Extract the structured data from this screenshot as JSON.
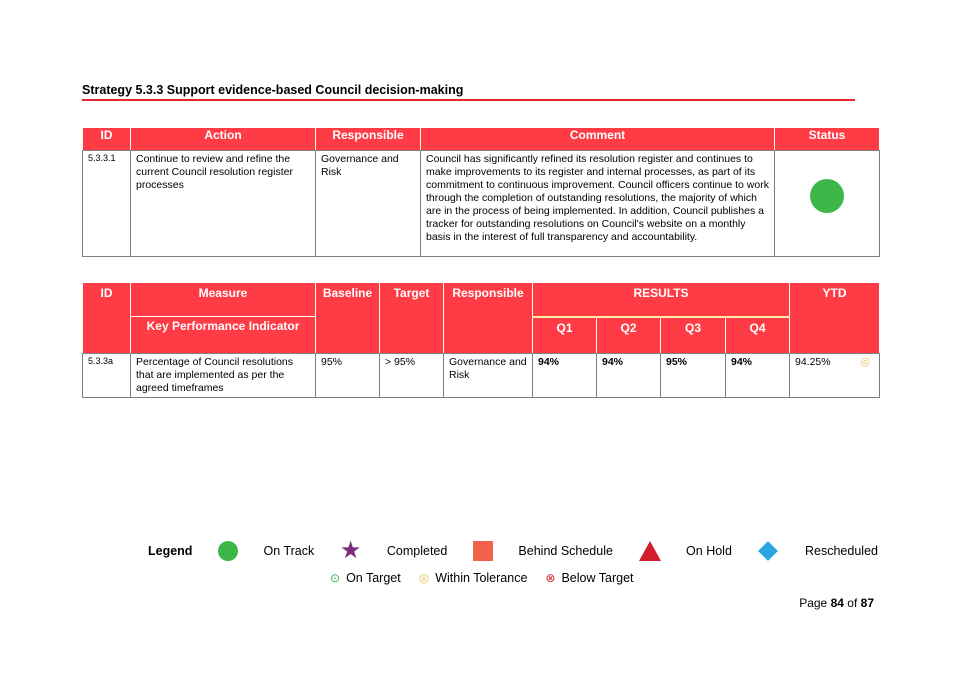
{
  "strategy": {
    "title": "Strategy 5.3.3 Support evidence-based Council decision-making"
  },
  "actions_table": {
    "headers": {
      "id": "ID",
      "action": "Action",
      "responsible": "Responsible",
      "comment": "Comment",
      "status": "Status"
    },
    "rows": [
      {
        "id": "5.3.3.1",
        "action": "Continue to review and refine the current Council resolution register processes",
        "responsible": "Governance and Risk",
        "comment": "Council has significantly refined its resolution register and continues to make improvements to its register and internal processes, as part of its commitment to continuous improvement. Council officers continue to work through the completion of outstanding resolutions, the majority of which are in the process of being implemented. In addition, Council publishes a tracker for outstanding resolutions on Council's website on a monthly basis in the interest of full transparency and accountability.",
        "status": "on-track",
        "status_color": "#3db64a"
      }
    ]
  },
  "kpi_table": {
    "headers": {
      "id": "ID",
      "measure": "Measure",
      "kpi": "Key Performance Indicator",
      "baseline": "Baseline",
      "target": "Target",
      "responsible": "Responsible",
      "results": "RESULTS",
      "ytd": "YTD",
      "q1": "Q1",
      "q2": "Q2",
      "q3": "Q3",
      "q4": "Q4"
    },
    "rows": [
      {
        "id": "5.3.3a",
        "measure": "Percentage of Council resolutions that are implemented as per the agreed timeframes",
        "baseline": "95%",
        "target": "> 95%",
        "responsible": "Governance and Risk",
        "q1": "94%",
        "q2": "94%",
        "q3": "95%",
        "q4": "94%",
        "ytd": "94.25%",
        "ytd_icon": "within-tolerance-icon"
      }
    ]
  },
  "legend": {
    "title": "Legend",
    "items": [
      {
        "label": "On Track",
        "icon": "green-circle",
        "color": "#3db64a"
      },
      {
        "label": "Completed",
        "icon": "purple-star",
        "color": "#7b2d7b"
      },
      {
        "label": "Behind Schedule",
        "icon": "orange-square",
        "color": "#f26248"
      },
      {
        "label": "On Hold",
        "icon": "red-triangle",
        "color": "#d01f2b"
      },
      {
        "label": "Rescheduled",
        "icon": "blue-diamond",
        "color": "#29a8e0"
      }
    ],
    "kpi_items": [
      {
        "label": "On Target",
        "icon": "check-circle"
      },
      {
        "label": "Within Tolerance",
        "icon": "tolerance-circle"
      },
      {
        "label": "Below Target",
        "icon": "x-circle"
      }
    ]
  },
  "page": {
    "prefix": "Page",
    "current": "84",
    "of": "of",
    "total": "87"
  }
}
